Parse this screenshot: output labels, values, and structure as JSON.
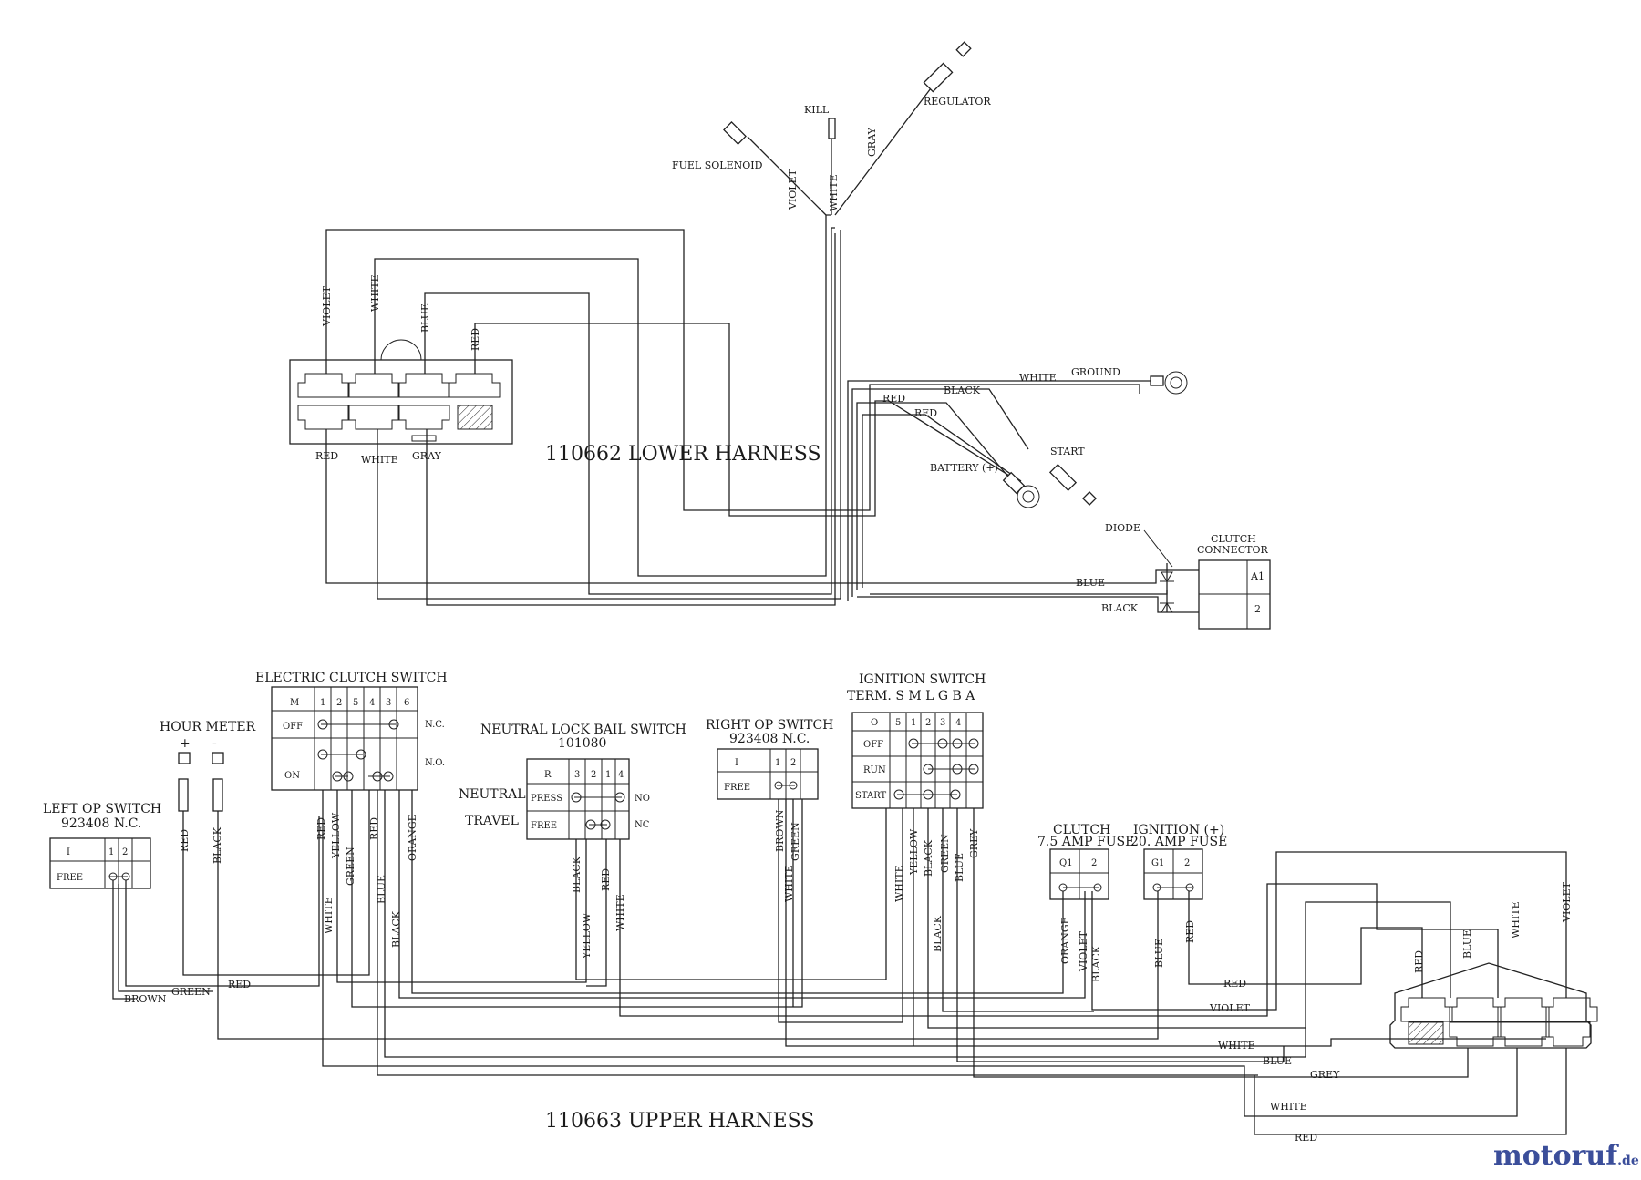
{
  "lower_harness": {
    "title": "110662 LOWER HARNESS",
    "connector_top_wires": [
      "VIOLET",
      "WHITE",
      "BLUE",
      "RED"
    ],
    "connector_bottom_wires": [
      "RED",
      "WHITE",
      "GRAY"
    ],
    "engine_leads": {
      "fuel_solenoid": "FUEL SOLENOID",
      "kill": "KILL",
      "regulator": "REGULATOR",
      "violet": "VIOLET",
      "white": "WHITE",
      "gray": "GRAY"
    },
    "ground": {
      "label": "GROUND",
      "wire_white": "WHITE",
      "wire_black": "BLACK"
    },
    "battery": {
      "label": "BATTERY (+)",
      "wire_red1": "RED",
      "wire_red2": "RED"
    },
    "start": "START",
    "diode": "DIODE",
    "clutch_connector": {
      "title_line1": "CLUTCH",
      "title_line2": "CONNECTOR",
      "pins": [
        "A1",
        "2"
      ],
      "wire_blue": "BLUE",
      "wire_black": "BLACK"
    }
  },
  "upper_harness": {
    "title": "110663 UPPER HARNESS",
    "left_op_switch": {
      "title": "LEFT  OP SWITCH",
      "part": "923408  N.C.",
      "cols": [
        "I",
        "1",
        "2"
      ],
      "row": "FREE"
    },
    "hour_meter": {
      "title": "HOUR METER",
      "plus": "+",
      "minus": "-",
      "wire_red": "RED",
      "wire_black": "BLACK"
    },
    "electric_clutch_switch": {
      "title": "ELECTRIC CLUTCH SWITCH",
      "cols": [
        "M",
        "1",
        "2",
        "5",
        "4",
        "3",
        "6"
      ],
      "rows": [
        "OFF",
        "ON"
      ],
      "nc": "N.C.",
      "no": "N.O.",
      "wires": [
        "RED",
        "YELLOW",
        "GREEN",
        "RED",
        "BLUE",
        "BLACK",
        "ORANGE",
        "WHITE"
      ]
    },
    "neutral_lock_bail_switch": {
      "title": "NEUTRAL LOCK BAIL SWITCH",
      "part": "101080",
      "cols": [
        "R",
        "3",
        "2",
        "1",
        "4"
      ],
      "rows": [
        "PRESS",
        "FREE"
      ],
      "side_labels": [
        "NEUTRAL",
        "TRAVEL"
      ],
      "right_labels": [
        "NO",
        "NC"
      ],
      "wires": [
        "BLACK",
        "RED",
        "YELLOW",
        "WHITE"
      ]
    },
    "right_op_switch": {
      "title": "RIGHT  OP SWITCH",
      "part": "923408  N.C.",
      "cols": [
        "I",
        "1",
        "2"
      ],
      "row": "FREE",
      "wires": [
        "BROWN",
        "GREEN",
        "WHITE"
      ]
    },
    "ignition_switch": {
      "title": "IGNITION SWITCH",
      "term_label": "TERM.  S  M L  G  B  A",
      "cols": [
        "O",
        "5",
        "1",
        "2",
        "3",
        "4"
      ],
      "rows": [
        "OFF",
        "RUN",
        "START"
      ],
      "wires": [
        "WHITE",
        "YELLOW",
        "BLACK",
        "GREEN",
        "BLACK",
        "BLUE",
        "GREY"
      ]
    },
    "clutch_fuse": {
      "title": "CLUTCH",
      "rating": "7.5 AMP FUSE",
      "cols": [
        "Q1",
        "2"
      ],
      "wires": [
        "ORANGE",
        "VIOLET",
        "BLACK"
      ]
    },
    "ignition_fuse": {
      "title": "IGNITION (+)",
      "rating": "20. AMP FUSE",
      "cols": [
        "G1",
        "2"
      ],
      "wires": [
        "BLUE",
        "RED"
      ]
    },
    "connector_top_wires": [
      "RED",
      "BLUE",
      "WHITE",
      "VIOLET"
    ],
    "trunk_labels": [
      "RED",
      "GREEN",
      "BROWN",
      "RED",
      "VIOLET",
      "WHITE",
      "BLUE",
      "GREY",
      "WHITE",
      "RED"
    ]
  },
  "watermark": {
    "text": "motoruf",
    "suffix": ".de"
  }
}
